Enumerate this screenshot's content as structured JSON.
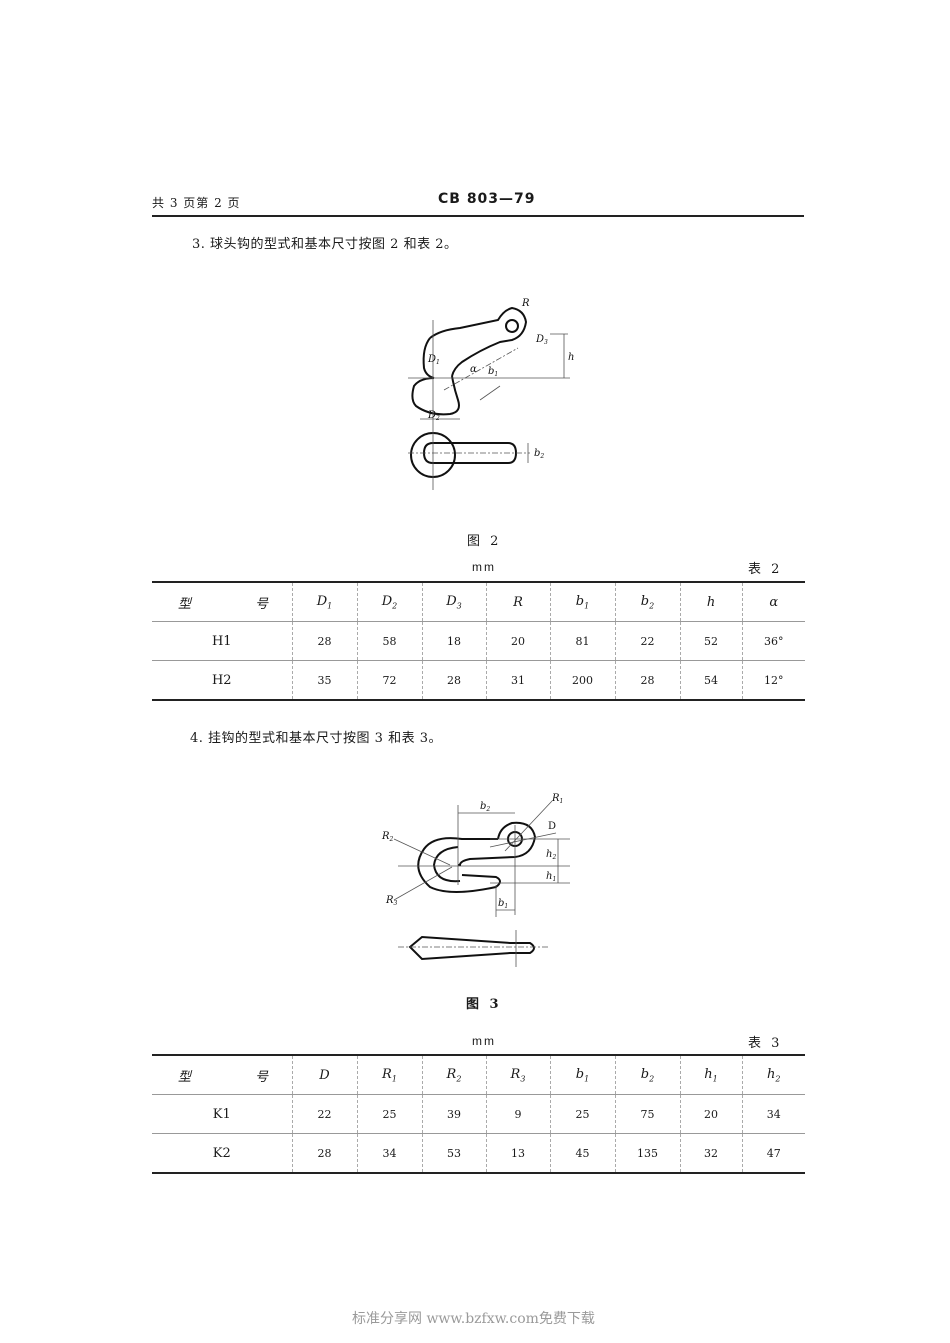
{
  "header": {
    "page_info": "共 3 页第 2 页",
    "standard_code": "CB 803—79"
  },
  "section3": {
    "text": "3. 球头钩的型式和基本尺寸按图 2 和表 2。"
  },
  "figure2": {
    "caption": "图 2",
    "labels": [
      "R",
      "D3",
      "h",
      "D1",
      "α",
      "b1",
      "D2",
      "b2"
    ]
  },
  "table2": {
    "unit": "mm",
    "title": "表 2",
    "columns": [
      "型 号",
      "D1",
      "D2",
      "D3",
      "R",
      "b1",
      "b2",
      "h",
      "α"
    ],
    "rows": [
      [
        "H1",
        "28",
        "58",
        "18",
        "20",
        "81",
        "22",
        "52",
        "36°"
      ],
      [
        "H2",
        "35",
        "72",
        "28",
        "31",
        "200",
        "28",
        "54",
        "12°"
      ]
    ]
  },
  "section4": {
    "text": "4. 挂钩的型式和基本尺寸按图 3 和表 3。"
  },
  "figure3": {
    "caption": "图 3",
    "labels": [
      "b2",
      "R1",
      "D",
      "R2",
      "h2",
      "h1",
      "R3",
      "b1"
    ]
  },
  "table3": {
    "unit": "mm",
    "title": "表 3",
    "columns": [
      "型 号",
      "D",
      "R1",
      "R2",
      "R3",
      "b1",
      "b2",
      "h1",
      "h2"
    ],
    "rows": [
      [
        "K1",
        "22",
        "25",
        "39",
        "9",
        "25",
        "75",
        "20",
        "34"
      ],
      [
        "K2",
        "28",
        "34",
        "53",
        "13",
        "45",
        "135",
        "32",
        "47"
      ]
    ]
  },
  "footer": {
    "watermark": "标准分享网 www.bzfxw.com免费下载"
  }
}
